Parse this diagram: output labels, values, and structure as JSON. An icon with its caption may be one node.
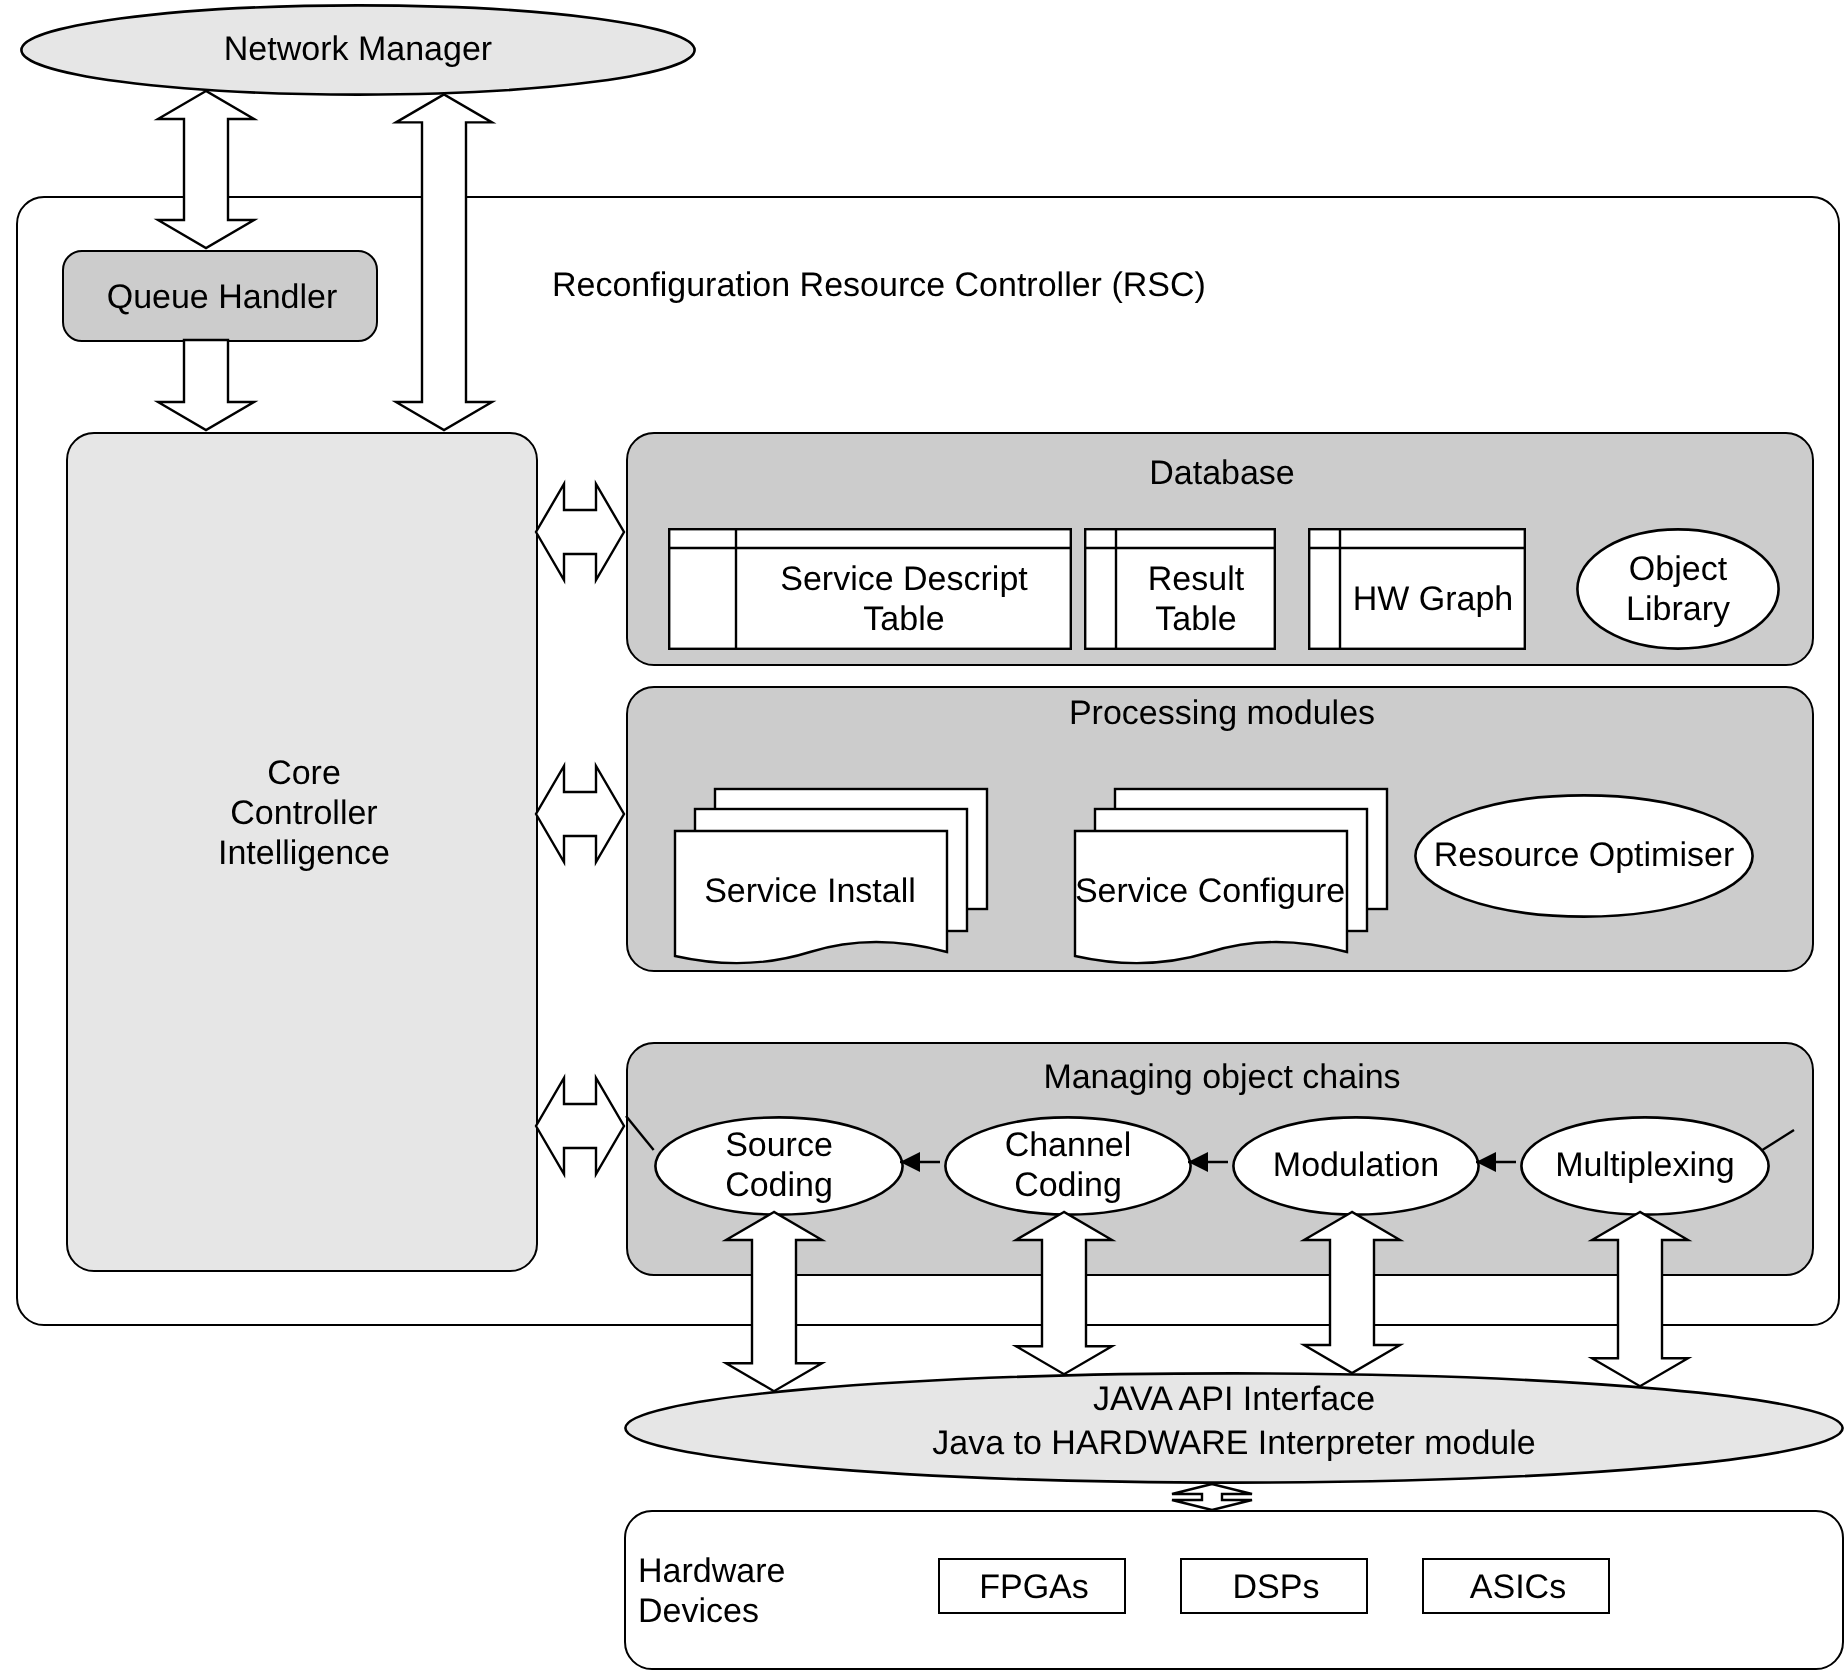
{
  "diagram": {
    "nodes": [
      {
        "text": [
          "Network Manager"
        ]
      },
      {
        "text": [
          "Reconfiguration Resource Controller (RSC)"
        ]
      },
      {
        "text": [
          "Queue Handler"
        ],
        "in": 1
      },
      {
        "text": [
          "Core Controller Intelligence"
        ],
        "in": 1
      },
      {
        "text": [
          "Database"
        ],
        "in": 1
      },
      {
        "text": [
          "Service Descript Table"
        ],
        "in": 4
      },
      {
        "text": [
          "Result Table"
        ],
        "in": 4
      },
      {
        "text": [
          "HW Graph"
        ],
        "in": 4
      },
      {
        "text": [
          "Object Library"
        ],
        "in": 4
      },
      {
        "text": [
          "Processing modules"
        ],
        "in": 1
      },
      {
        "text": [
          "Service Install"
        ],
        "in": 9
      },
      {
        "text": [
          "Service Configure"
        ],
        "in": 9
      },
      {
        "text": [
          "Resource Optimiser"
        ],
        "in": 9
      },
      {
        "text": [
          "Managing object chains"
        ],
        "in": 1
      },
      {
        "text": [
          "Source Coding"
        ],
        "in": 13
      },
      {
        "text": [
          "Channel Coding"
        ],
        "in": 13
      },
      {
        "text": [
          "Modulation"
        ],
        "in": 13
      },
      {
        "text": [
          "Multiplexing"
        ],
        "in": 13
      },
      {
        "text": [
          "JAVA API Interface",
          "Java to HARDWARE Interpreter module"
        ]
      },
      {
        "text": [
          "Hardware Devices"
        ]
      },
      {
        "text": [
          "FPGAs"
        ],
        "in": 19
      },
      {
        "text": [
          "DSPs"
        ],
        "in": 19
      },
      {
        "text": [
          "ASICs"
        ],
        "in": 19
      }
    ],
    "edges": [
      {
        "from": 0,
        "to": 2,
        "arrow": "both",
        "style": "thick"
      },
      {
        "from": 0,
        "to": 3,
        "arrow": "both",
        "style": "thick"
      },
      {
        "from": 2,
        "to": 3,
        "arrow": "to",
        "style": "thick"
      },
      {
        "from": 3,
        "to": 4,
        "arrow": "both",
        "style": "thick"
      },
      {
        "from": 3,
        "to": 9,
        "arrow": "both",
        "style": "thick"
      },
      {
        "from": 3,
        "to": 13,
        "arrow": "both",
        "style": "thick"
      },
      {
        "from": 17,
        "to": 16,
        "arrow": "to"
      },
      {
        "from": 16,
        "to": 15,
        "arrow": "to"
      },
      {
        "from": 15,
        "to": 14,
        "arrow": "to"
      },
      {
        "from": 14,
        "to": null,
        "arrow": "none"
      },
      {
        "from": 17,
        "to": null,
        "arrow": "none"
      },
      {
        "from": 14,
        "to": 18,
        "arrow": "both",
        "style": "thick"
      },
      {
        "from": 15,
        "to": 18,
        "arrow": "both",
        "style": "thick"
      },
      {
        "from": 16,
        "to": 18,
        "arrow": "both",
        "style": "thick"
      },
      {
        "from": 17,
        "to": 18,
        "arrow": "both",
        "style": "thick"
      },
      {
        "from": 18,
        "to": 19,
        "arrow": "both",
        "style": "thick"
      }
    ]
  }
}
